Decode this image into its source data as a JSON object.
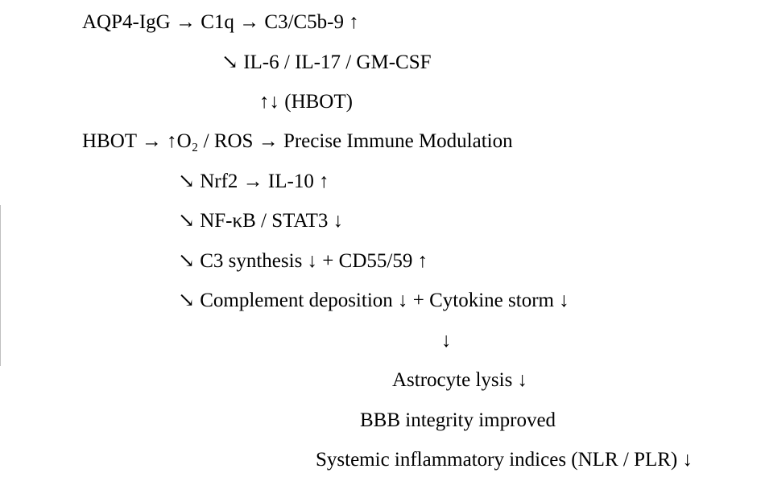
{
  "diagram": {
    "lines": [
      "AQP4-IgG → C1q → C3/C5b-9 ↑",
      "↘ IL-6 / IL-17 / GM-CSF",
      "↑↓ (HBOT)",
      "HBOT → ↑O₂ / ROS → Precise Immune Modulation",
      "↘ Nrf2 → IL-10 ↑",
      "↘ NF-κB / STAT3 ↓",
      "↘ C3 synthesis ↓ + CD55/59 ↑",
      "↘ Complement deposition ↓ + Cytokine storm ↓",
      "↓",
      "Astrocyte lysis ↓",
      "BBB integrity improved",
      "Systemic inflammatory indices (NLR / PLR) ↓"
    ]
  }
}
